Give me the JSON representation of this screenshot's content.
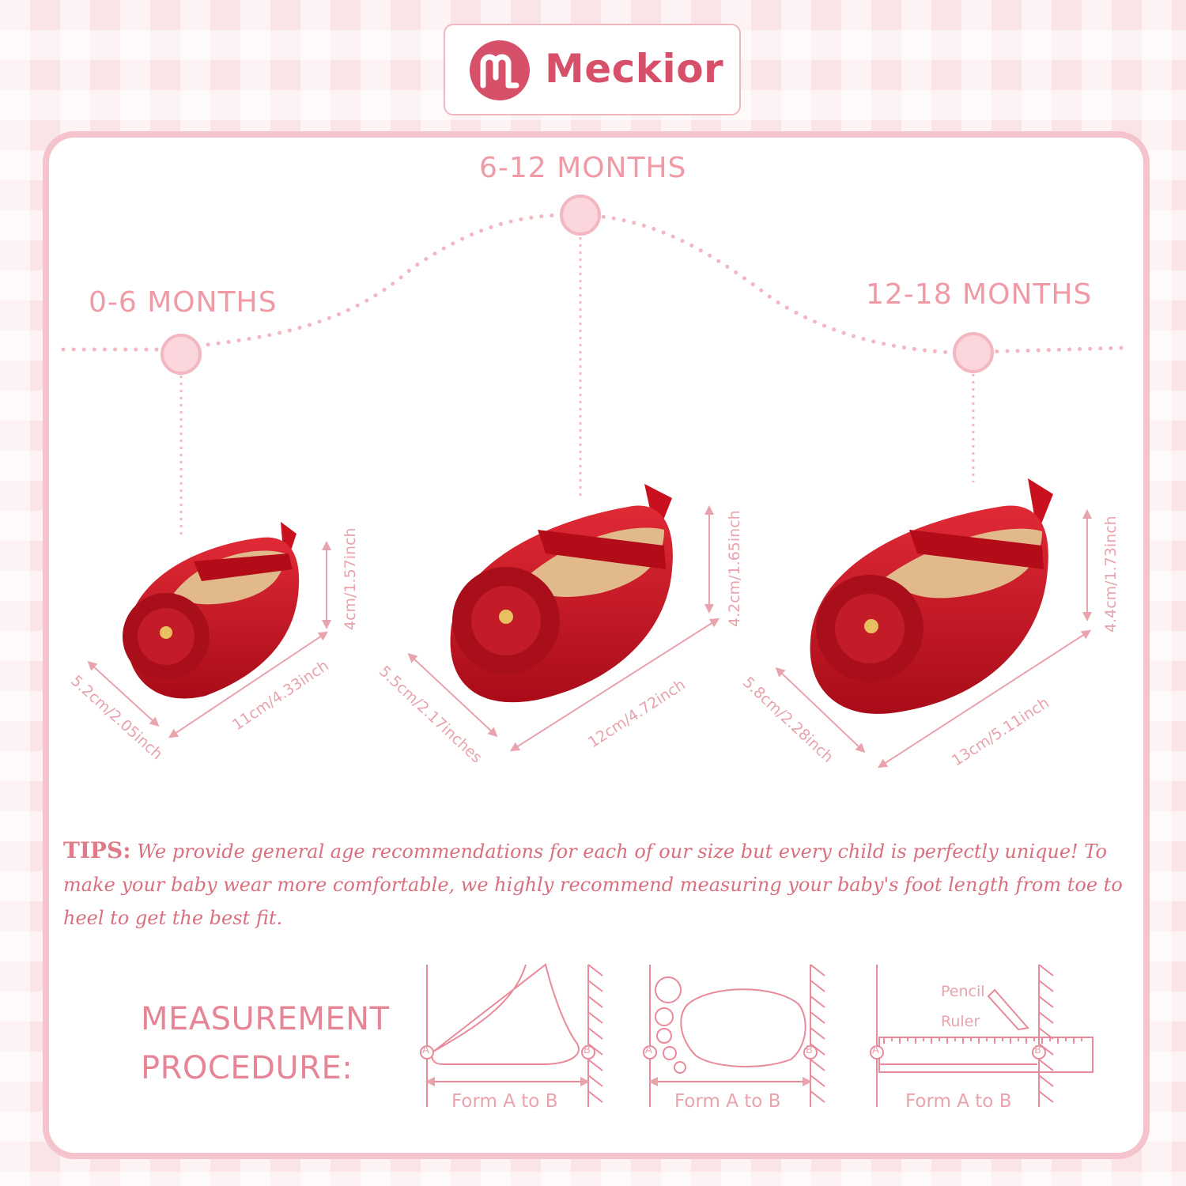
{
  "brand": {
    "name": "Meckior",
    "color": "#d7506a"
  },
  "colors": {
    "pink_line": "#f4c3cb",
    "pink_text": "#f09aa6",
    "shoe_red": "#c8101e"
  },
  "ages": [
    {
      "label": "0-6 MONTHS",
      "width": "5.2cm/2.05inch",
      "length": "11cm/4.33inch",
      "height": "4cm/1.57inch"
    },
    {
      "label": "6-12 MONTHS",
      "width": "5.5cm/2.17inches",
      "length": "12cm/4.72inch",
      "height": "4.2cm/1.65inch"
    },
    {
      "label": "12-18 MONTHS",
      "width": "5.8cm/2.28inch",
      "length": "13cm/5.11inch",
      "height": "4.4cm/1.73inch"
    }
  ],
  "tips": {
    "label": "TIPS:",
    "text": "We provide general age recommendations for each of our size but every child is perfectly unique! To make your baby wear more comfortable, we highly recommend measuring your baby's foot length from toe to heel to get the best fit."
  },
  "procedure": {
    "line1": "MEASUREMENT",
    "line2": "PROCEDURE:",
    "caption": "Form A to B",
    "point_a": "A",
    "point_b": "B",
    "pencil": "Pencil",
    "ruler": "Ruler"
  }
}
